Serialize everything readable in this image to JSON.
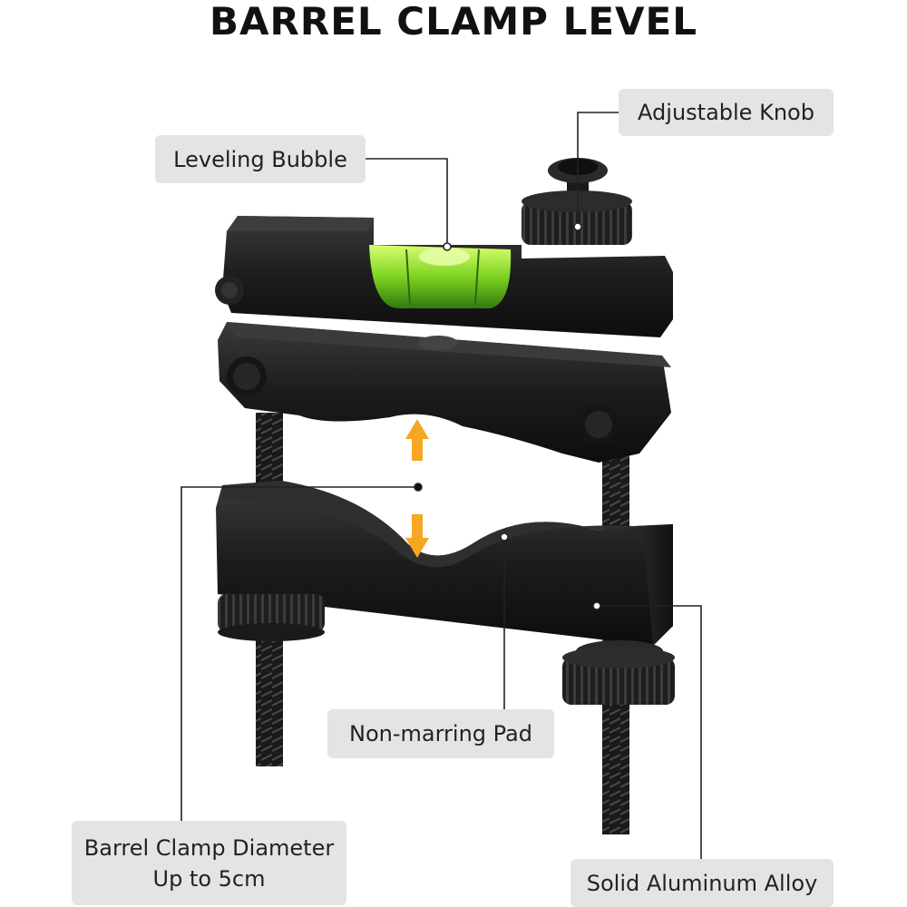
{
  "title": "BARREL CLAMP LEVEL",
  "callouts": {
    "adjustable_knob": "Adjustable Knob",
    "leveling_bubble": "Leveling Bubble",
    "non_marring_pad": "Non-marring Pad",
    "barrel_clamp_diameter_line1": "Barrel Clamp Diameter",
    "barrel_clamp_diameter_line2": "Up to 5cm",
    "solid_aluminum_alloy": "Solid Aluminum Alloy"
  },
  "colors": {
    "body": "#1a1a1a",
    "bubble": "#7ed321",
    "arrow": "#f5a623",
    "label_bg": "#e4e4e4"
  },
  "icons": [
    "up-arrow-icon",
    "down-arrow-icon"
  ]
}
